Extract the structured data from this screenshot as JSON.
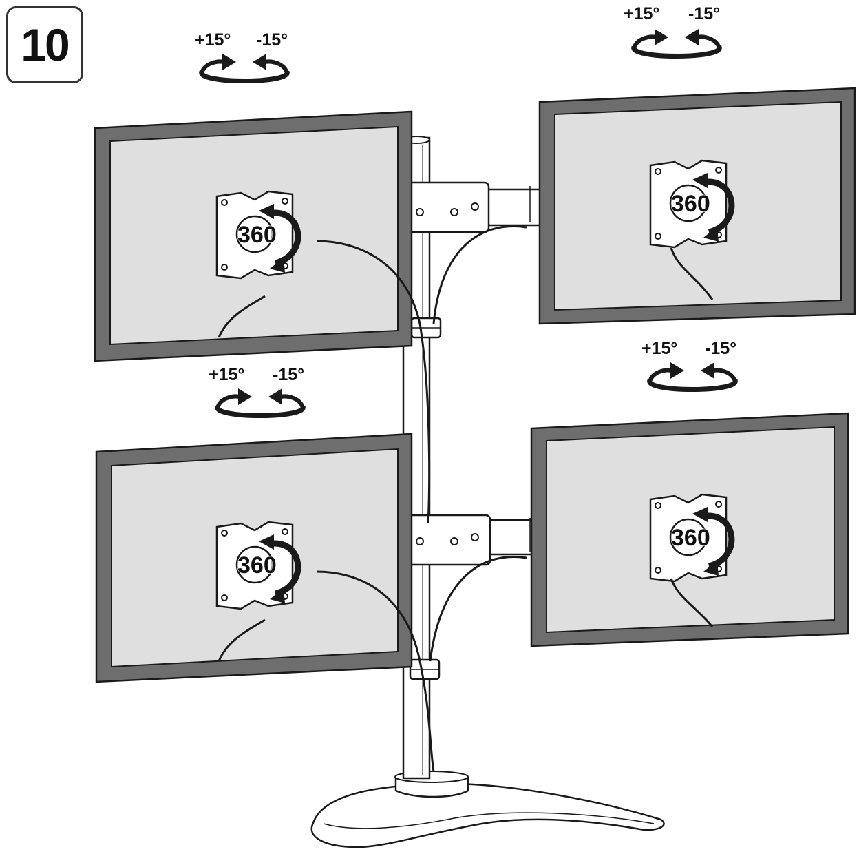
{
  "step": {
    "number": "10"
  },
  "tilt": {
    "plus": "+15°",
    "minus": "-15°"
  },
  "rotation": {
    "label": "360"
  },
  "monitors": [
    {
      "id": "top-left"
    },
    {
      "id": "top-right"
    },
    {
      "id": "bottom-left"
    },
    {
      "id": "bottom-right"
    }
  ],
  "colors": {
    "line": "#1a1a1a",
    "frame": "#6e6e6e",
    "screen": "#ffffff"
  }
}
